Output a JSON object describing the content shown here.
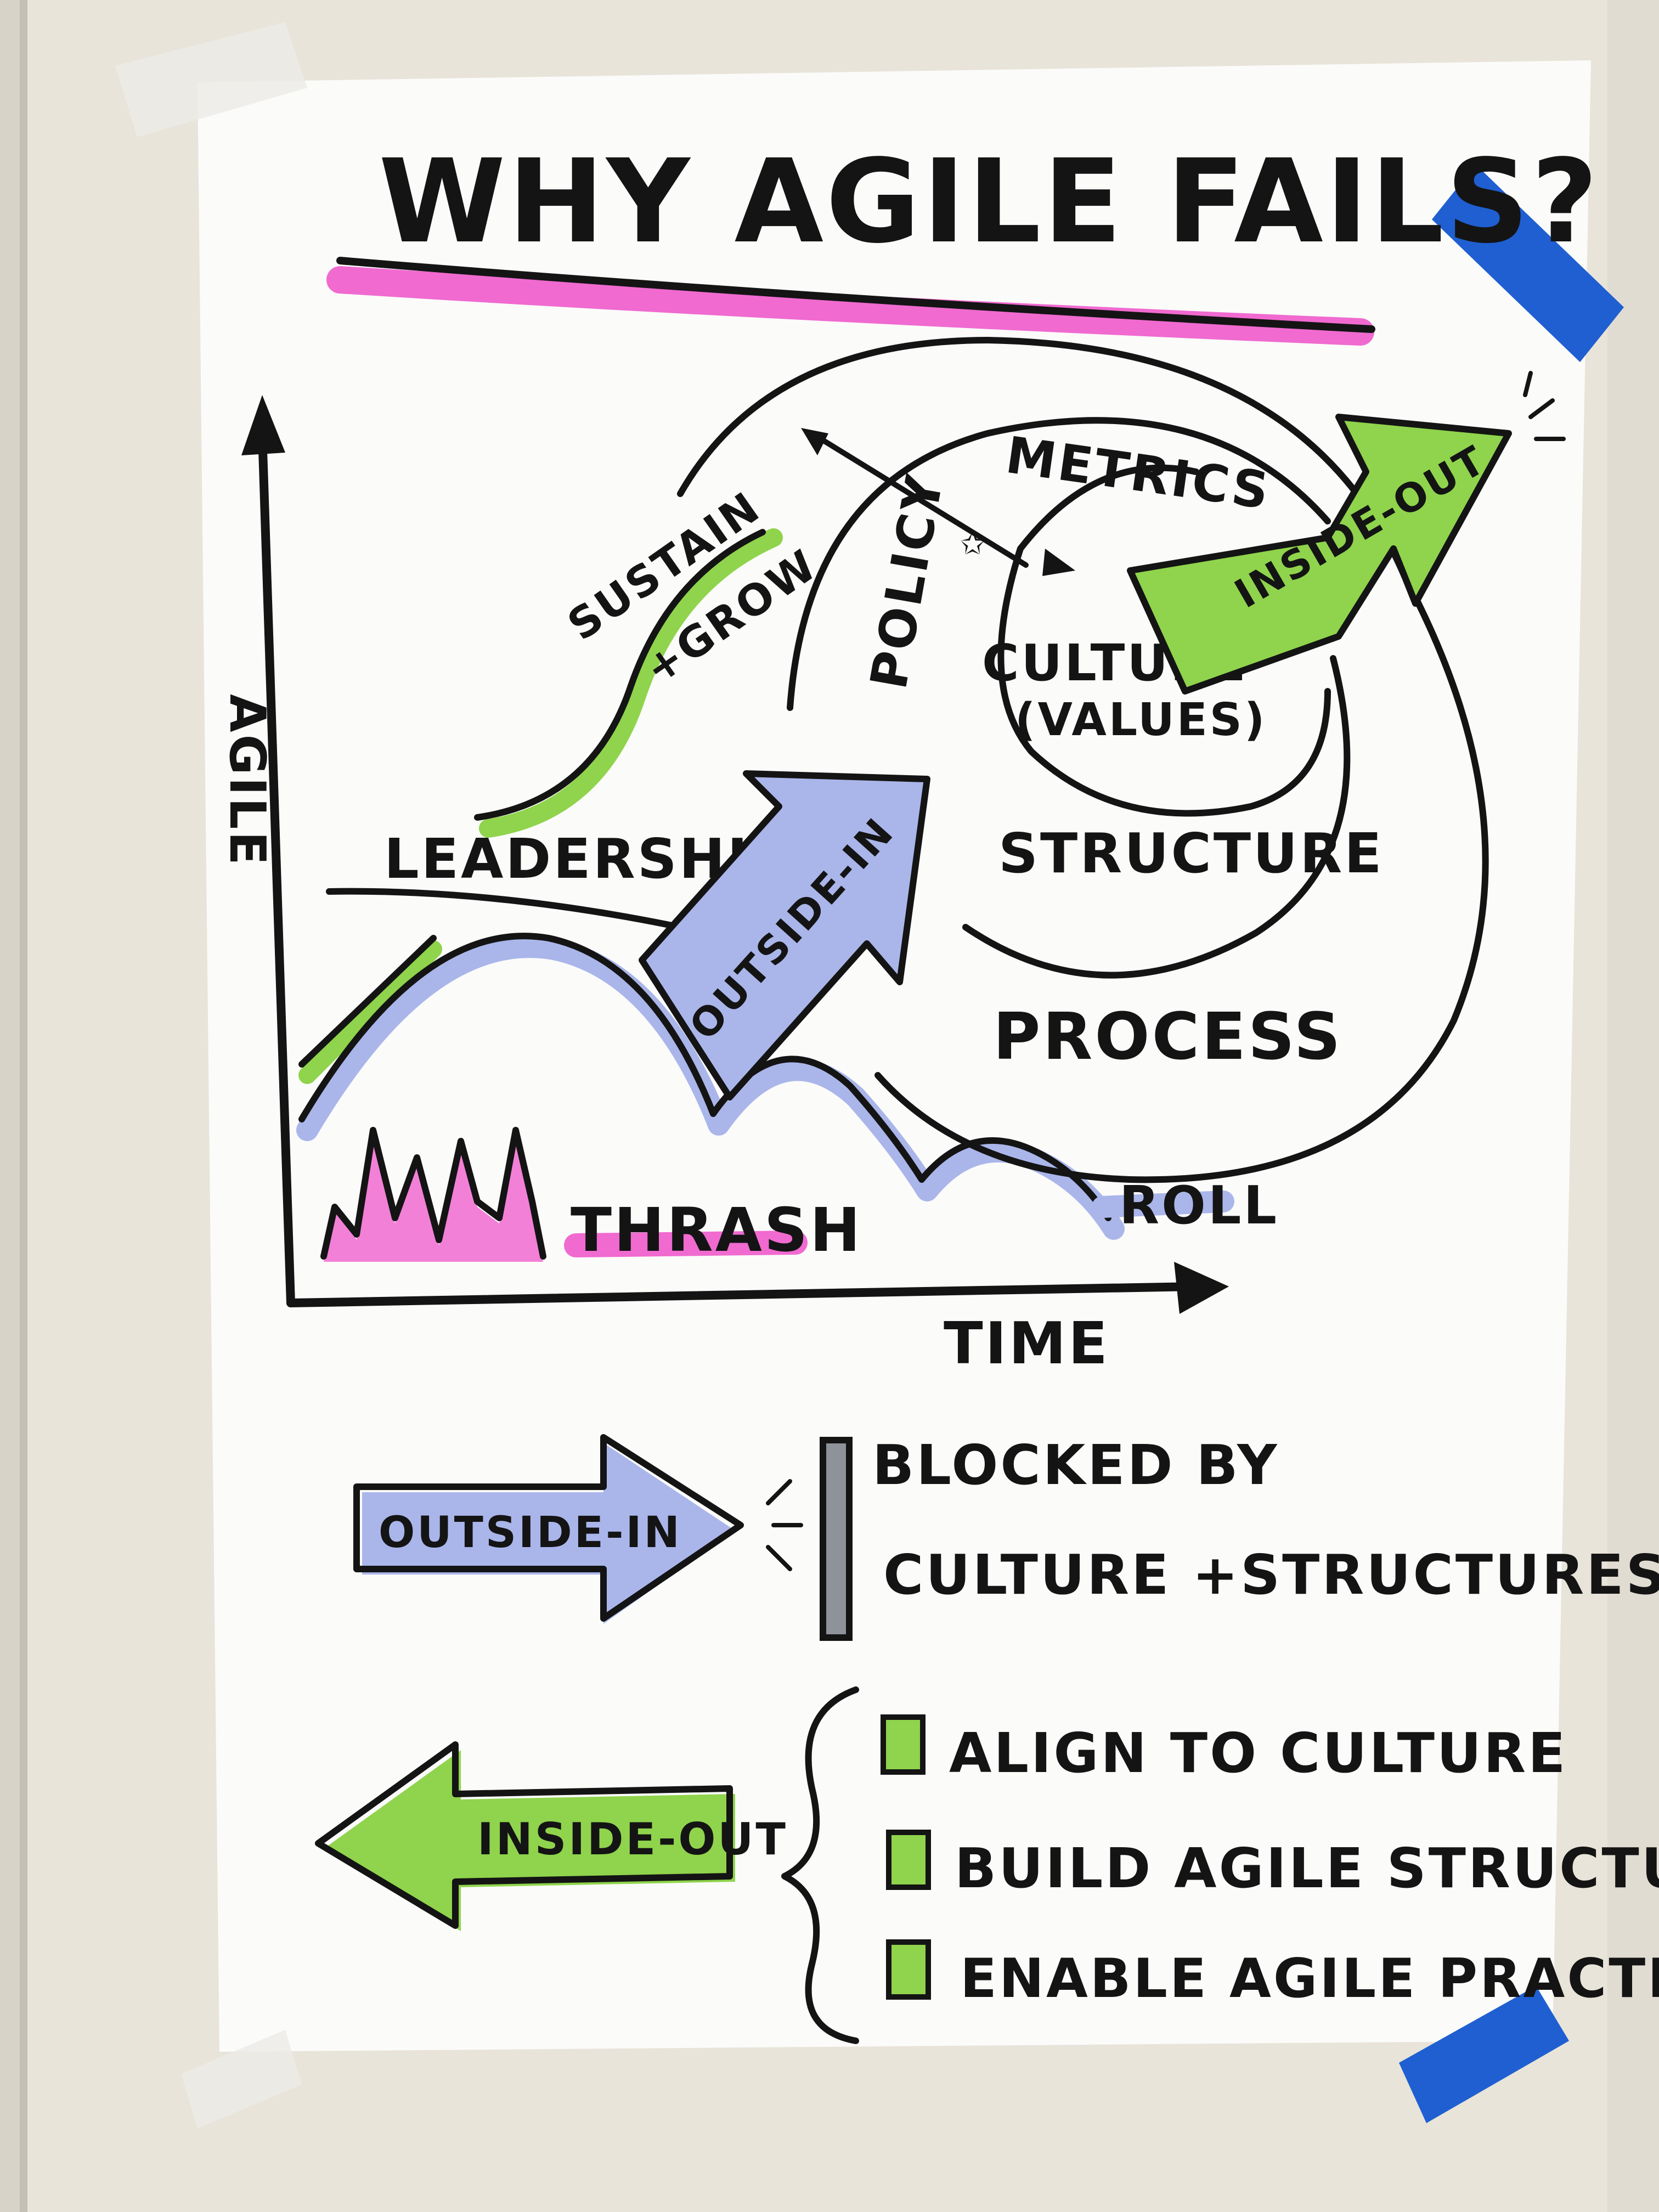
{
  "title": "WHY AGILE FAILS?",
  "axes": {
    "y_label": "AGILE",
    "x_label": "TIME"
  },
  "curve_labels": {
    "sustain": "SUSTAIN",
    "grow": "+GROW",
    "leadership": "LEADERSHIP",
    "thrash": "THRASH",
    "roll": "ROLL"
  },
  "spiral_labels": {
    "metrics": "METRICS",
    "policy": "POLICY",
    "culture": "CULTURE",
    "values": "(VALUES)",
    "structure": "STRUCTURE",
    "process": "PROCESS"
  },
  "arrows": {
    "outside_in": "OUTSIDE-IN",
    "inside_out": "INSIDE-OUT"
  },
  "legend": {
    "outside_in_label": "OUTSIDE-IN",
    "blocked_line1": "BLOCKED BY",
    "blocked_line2": "CULTURE +STRUCTURES",
    "inside_out_label": "INSIDE-OUT",
    "checklist": [
      "ALIGN TO CULTURE",
      "BUILD AGILE STRUCTURES",
      "ENABLE AGILE PRACTICE"
    ]
  },
  "colors": {
    "pink": "#f06ad0",
    "green": "#8fd44c",
    "lavender": "#aab6ea",
    "blue_tape": "#1f5fd1",
    "grey_bar": "#8e9299",
    "paper": "#fbfbfa",
    "wall": "#e9e5da"
  }
}
